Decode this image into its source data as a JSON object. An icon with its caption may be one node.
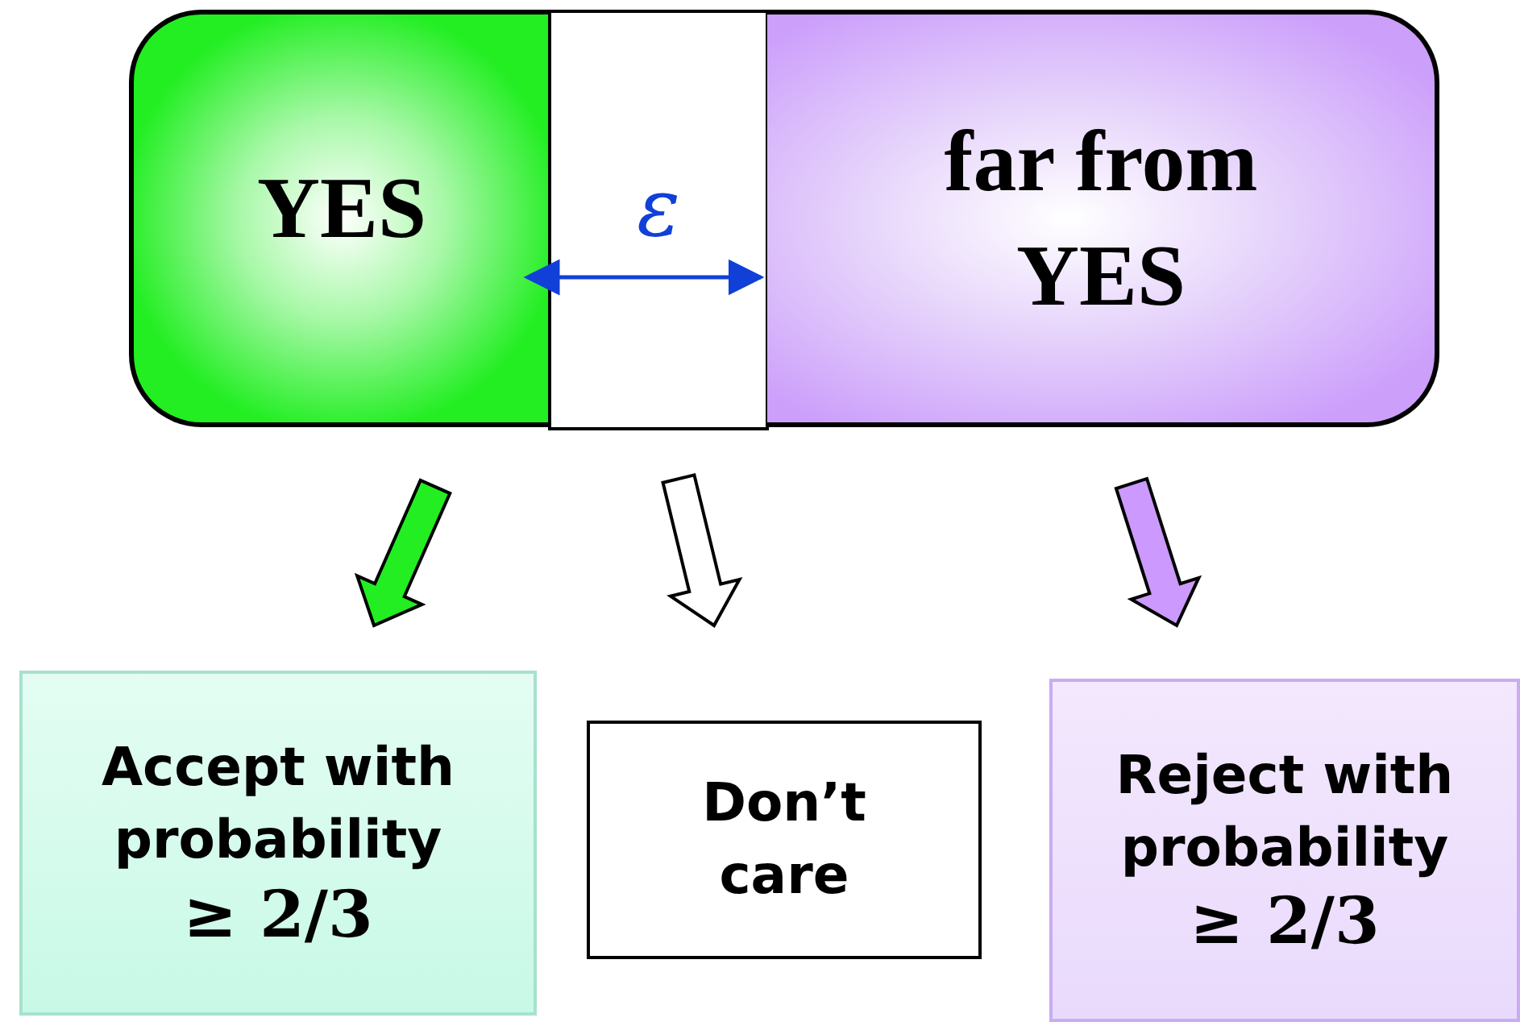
{
  "diagram": {
    "nodes": [
      {
        "text": [
          "YES"
        ]
      },
      {
        "text": [
          "ε"
        ]
      },
      {
        "text": [
          "far from YES"
        ]
      },
      {
        "text": [
          "Accept with probability",
          "≥ 2/3"
        ]
      },
      {
        "text": [
          "Don’t care"
        ]
      },
      {
        "text": [
          "Reject with probability",
          "≥ 2/3"
        ]
      }
    ],
    "edges": [
      {
        "from": 0,
        "to": 3,
        "arrow": "to",
        "style": "thick",
        "color": "#22ee22"
      },
      {
        "from": 1,
        "to": 4,
        "arrow": "to",
        "style": "thick",
        "color": "#ffffff"
      },
      {
        "from": 2,
        "to": 5,
        "arrow": "to",
        "style": "thick",
        "color": "#cc99ff"
      }
    ]
  }
}
